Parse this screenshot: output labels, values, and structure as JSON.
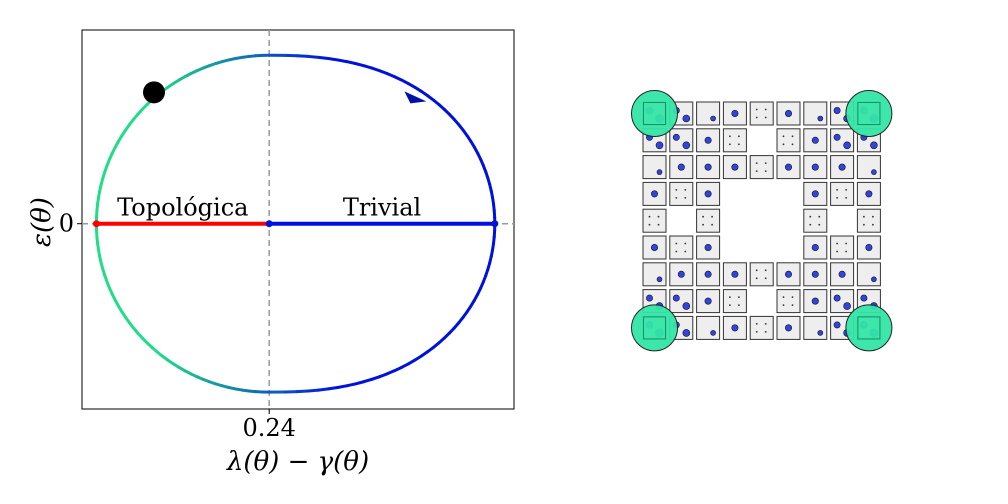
{
  "chart_data": {
    "type": "line",
    "x_tick_label": "0.24",
    "y_tick_label": "0",
    "xlabel": "λ(θ) − γ(θ)",
    "ylabel": "ε(θ)",
    "xlim": [
      0.162,
      0.342
    ],
    "ylim": [
      -1.1,
      1.15
    ],
    "reference_lines": {
      "x": 0.24,
      "y": 0,
      "style": "dashed",
      "color": "#999999"
    },
    "loop": {
      "center": [
        0.24,
        0
      ],
      "x_left": 0.168,
      "x_right": 0.334,
      "y_top": 1.0,
      "y_bottom": -1.0,
      "color_start": "#22dd88",
      "color_end": "#0011dd",
      "direction_arrow_near": [
        0.298,
        0.75
      ],
      "marker_point": [
        0.192,
        0.78
      ]
    },
    "segments": [
      {
        "label": "Topológica",
        "x": [
          0.168,
          0.24
        ],
        "y": 0,
        "color": "#ff0000"
      },
      {
        "label": "Trivial",
        "x": [
          0.24,
          0.334
        ],
        "y": 0,
        "color": "#0011dd"
      }
    ]
  },
  "lattice": {
    "grid_size": 9,
    "cell_fill": "#eeeeee",
    "corner_mode_color": "#33e6a6",
    "site_color": "#3344dd"
  }
}
